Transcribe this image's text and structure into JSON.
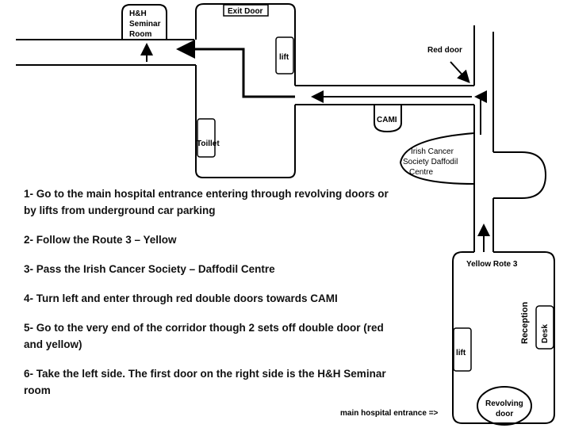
{
  "map": {
    "room_hh_line1": "H&H",
    "room_hh_line2": "Seminar",
    "room_hh_line3": "Room",
    "exit_door": "Exit Door",
    "lift_top": "lift",
    "toilet": "Toillet",
    "red_door": "Red  door",
    "cami": "CAMI",
    "daffodil_line1": "Irish Cancer",
    "daffodil_line2": "Society Daffodil",
    "daffodil_line3": "Centre",
    "yellow_route": "Yellow Rote 3",
    "reception": "Reception",
    "desk": "Desk",
    "lift_bottom": "lift",
    "revolving_line1": "Revolving",
    "revolving_line2": "door",
    "main_entrance": "main hospital entrance =>"
  },
  "steps": [
    "1- Go to the main hospital entrance entering through revolving doors or by lifts from underground  car parking",
    "2- Follow the Route 3 – Yellow",
    "3-  Pass the Irish Cancer Society – Daffodil Centre",
    "4- Turn left and enter through red double doors towards CAMI",
    "5- Go to the very end of the corridor though 2 sets off double door (red and yellow)",
    "6- Take the left side. The first door on the right side is the H&H Seminar room"
  ]
}
